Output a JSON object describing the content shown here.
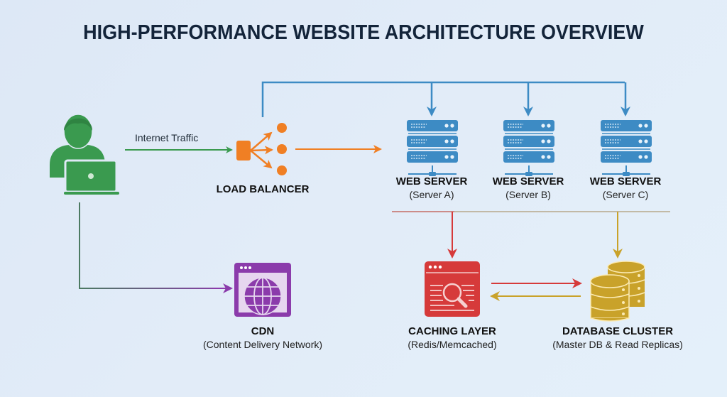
{
  "title": "HIGH-PERFORMANCE WEBSITE ARCHITECTURE OVERVIEW",
  "edges": {
    "internet_traffic_label": "Internet Traffic"
  },
  "nodes": {
    "user": {
      "icon": "user-laptop-icon"
    },
    "load_balancer": {
      "title": "LOAD BALANCER",
      "icon": "load-balancer-icon"
    },
    "web_servers": [
      {
        "title": "WEB SERVER",
        "subtitle": "(Server A)",
        "icon": "server-rack-icon"
      },
      {
        "title": "WEB SERVER",
        "subtitle": "(Server B)",
        "icon": "server-rack-icon"
      },
      {
        "title": "WEB SERVER",
        "subtitle": "(Server C)",
        "icon": "server-rack-icon"
      }
    ],
    "cdn": {
      "title": "CDN",
      "subtitle": "(Content Delivery Network)",
      "icon": "globe-browser-icon"
    },
    "cache": {
      "title": "CACHING LAYER",
      "subtitle": "(Redis/Memcached)",
      "icon": "search-browser-icon"
    },
    "database": {
      "title": "DATABASE CLUSTER",
      "subtitle": "(Master DB & Read Replicas)",
      "icon": "database-stack-icon"
    }
  },
  "colors": {
    "title": "#13243a",
    "user": "#3a9a4f",
    "load_balancer": "#f07f24",
    "server": "#3d8bc4",
    "cdn": "#8b3bab",
    "cache": "#d63a3a",
    "database": "#c9a22a"
  }
}
